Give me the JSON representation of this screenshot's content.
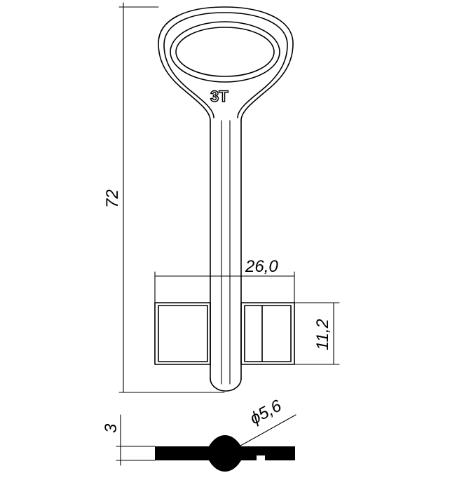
{
  "drawing": {
    "key_marking": "3T",
    "dimensions": {
      "overall_length": "72",
      "bit_width": "26,0",
      "bit_height": "11,2",
      "shank_diameter": "ϕ5,6",
      "blade_thickness": "3"
    }
  }
}
